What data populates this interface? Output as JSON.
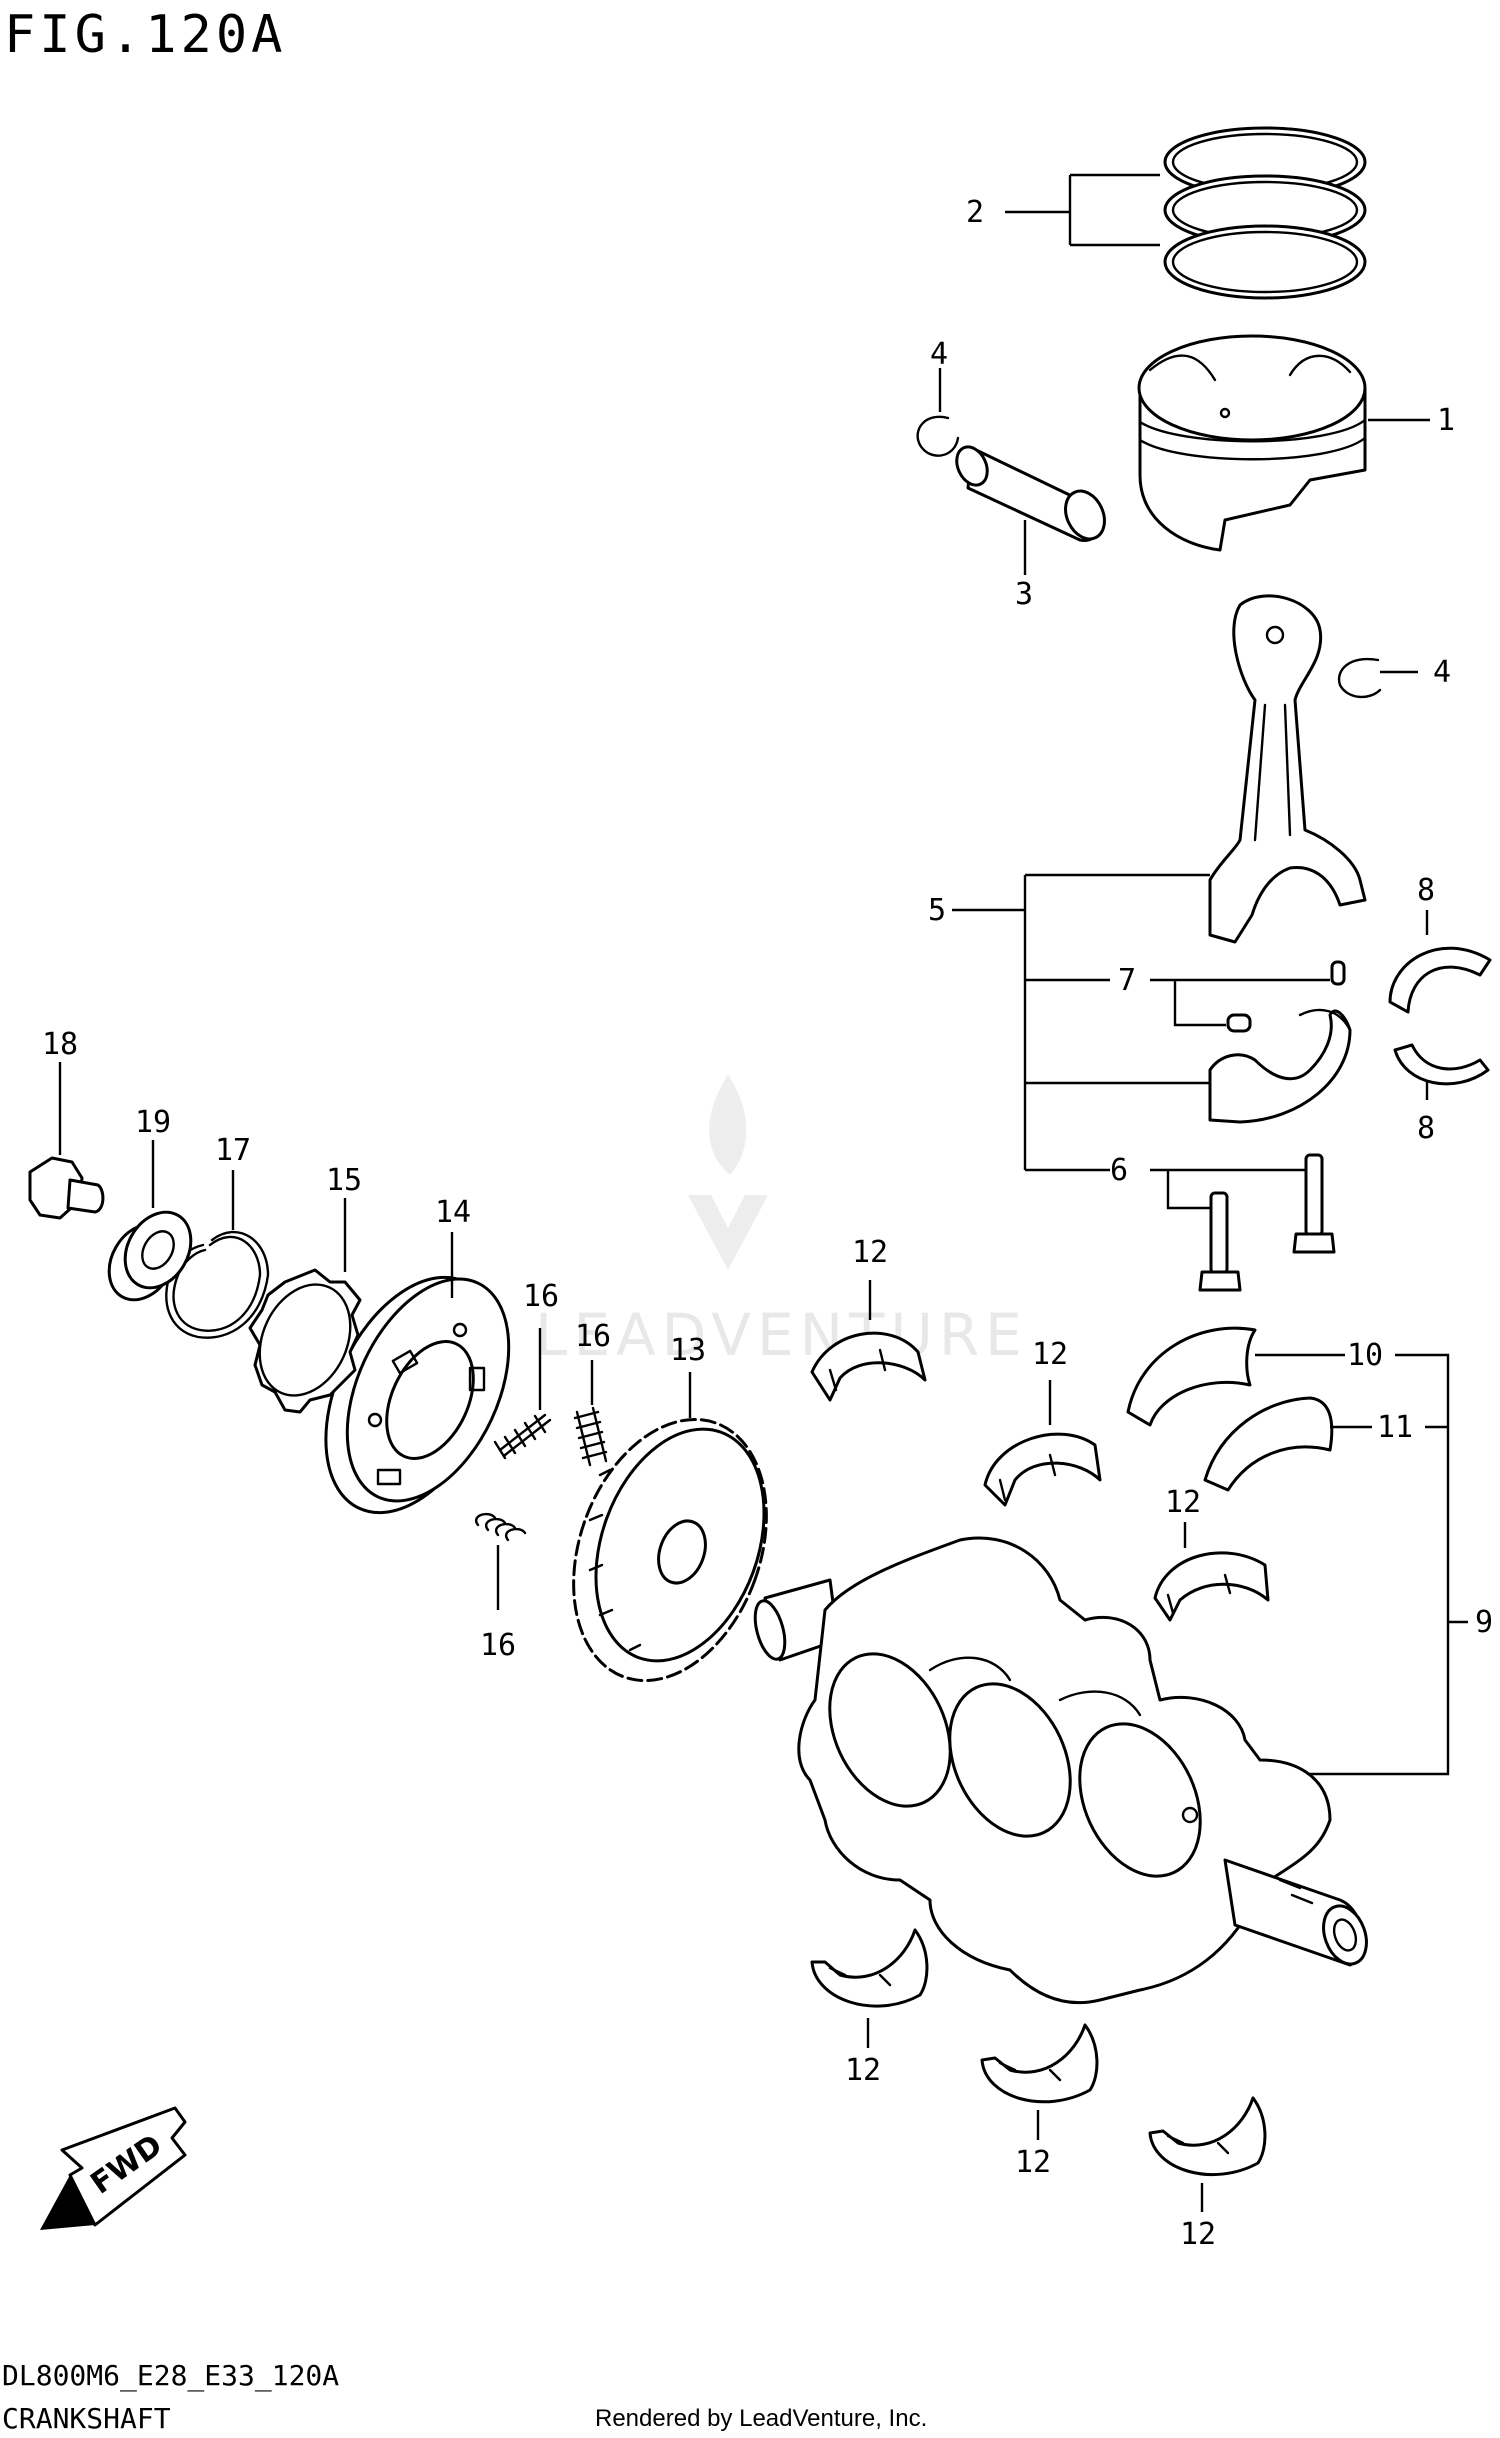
{
  "figure": {
    "title": "FIG.120A"
  },
  "footer": {
    "model_code": "DL800M6_E28_E33_120A",
    "section_name": "CRANKSHAFT",
    "credit": "Rendered by LeadVenture, Inc."
  },
  "watermark": {
    "text": "LEADVENTURE"
  },
  "fwd_marker": {
    "text": "FWD"
  },
  "callouts": {
    "piston": "1",
    "ring_set": "2",
    "piston_pin": "3",
    "circlip_top": "4",
    "circlip_right": "4",
    "conrod_assy": "5",
    "conrod_bolt": "6",
    "conrod_pin": "7",
    "conrod_bearing_top": "8",
    "conrod_bearing_bottom": "8",
    "crankshaft_assy": "9",
    "thrust_bearing_a": "10",
    "thrust_bearing_b": "11",
    "main_bearing_1": "12",
    "main_bearing_2": "12",
    "main_bearing_3": "12",
    "main_bearing_4": "12",
    "main_bearing_5": "12",
    "main_bearing_6": "12",
    "balancer_gear": "13",
    "starter_clutch": "14",
    "lock_plate": "15",
    "spring_a": "16",
    "spring_b": "16",
    "spring_c": "16",
    "circlip_left": "17",
    "bolt_left": "18",
    "washer_left": "19"
  }
}
